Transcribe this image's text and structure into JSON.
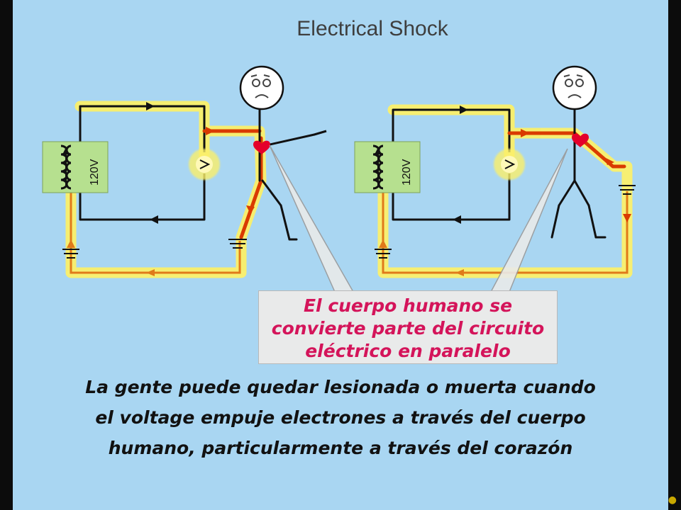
{
  "title": "Electrical Shock",
  "circuits": [
    {
      "voltage_label": "120V"
    },
    {
      "voltage_label": "120V"
    }
  ],
  "callout": {
    "lines": [
      "El cuerpo humano se",
      "convierte parte del circuito",
      "eléctrico en paralelo"
    ],
    "text_color": "#d4145a"
  },
  "caption": {
    "lines": [
      "La gente puede quedar lesionada o muerta cuando",
      "el voltage empuje electrones a través del cuerpo",
      "humano, particularmente a través del corazón"
    ]
  },
  "colors": {
    "background": "#a9d6f2",
    "current_path": "#d93a00",
    "glow": "#fbf06a",
    "transformer": "#b6e08f",
    "heart": "#e4002b"
  },
  "icons": {
    "corner": "lightbulb-icon",
    "bulb": "lightbulb-icon",
    "ground": "ground-symbol-icon",
    "person": "stick-figure-icon",
    "heart": "heart-icon",
    "face": "worried-face-icon"
  }
}
